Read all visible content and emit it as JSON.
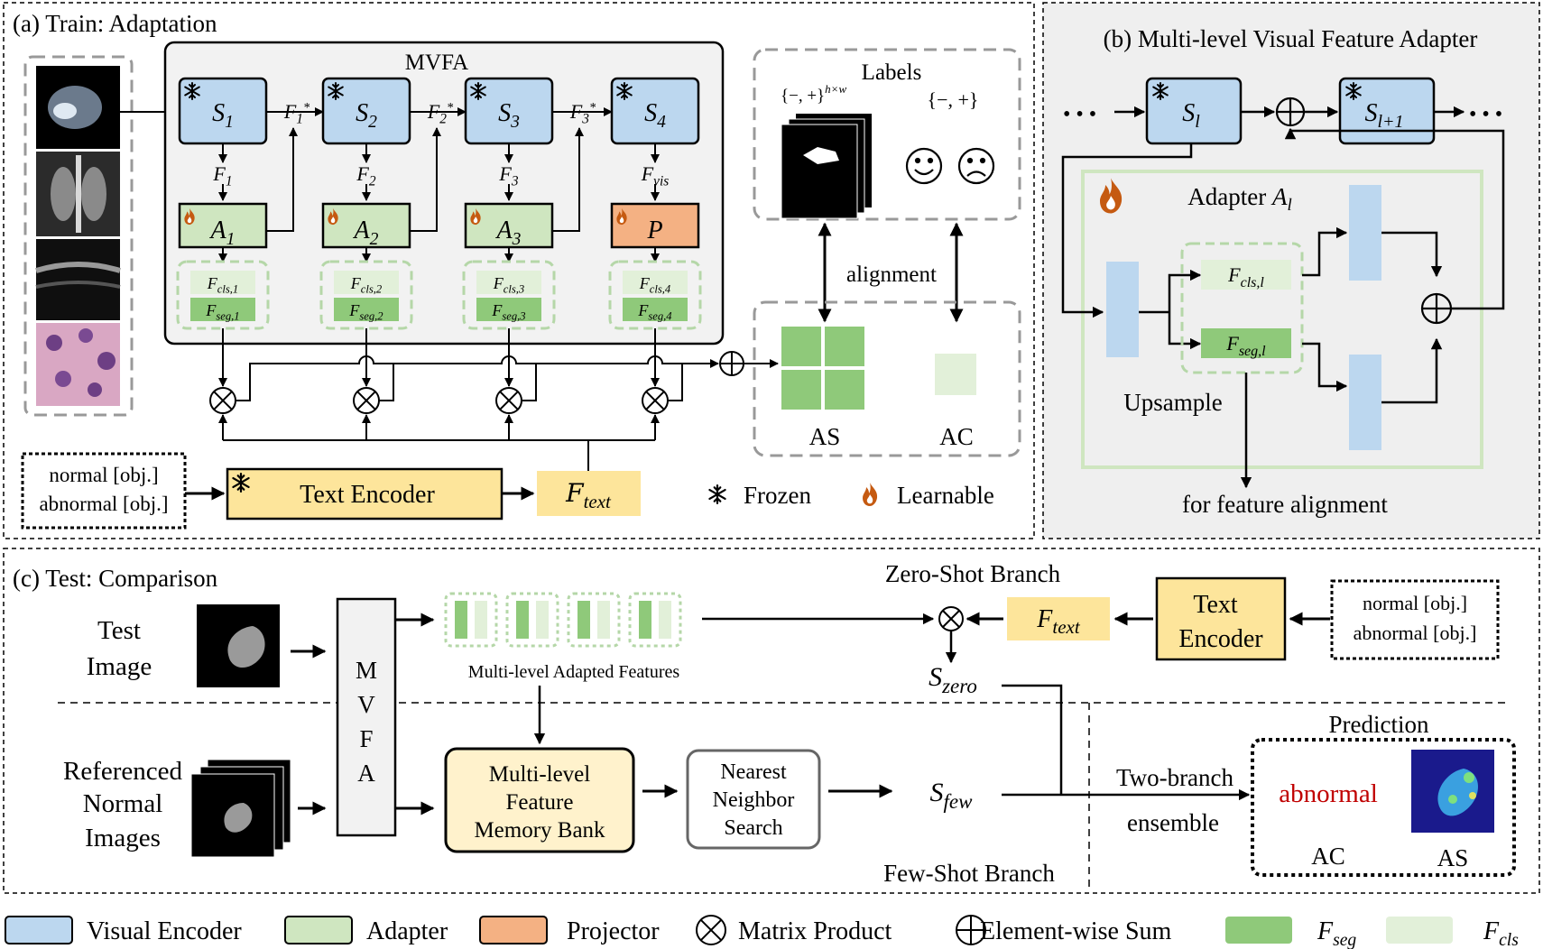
{
  "panels": {
    "a_title": "(a) Train: Adaptation",
    "b_title": "(b) Multi-level Visual Feature Adapter",
    "c_title": "(c) Test: Comparison"
  },
  "train": {
    "mvfa_label": "MVFA",
    "stages": [
      {
        "base": "S",
        "sub": "1"
      },
      {
        "base": "S",
        "sub": "2"
      },
      {
        "base": "S",
        "sub": "3"
      },
      {
        "base": "S",
        "sub": "4"
      }
    ],
    "adapters": [
      {
        "base": "A",
        "sub": "1"
      },
      {
        "base": "A",
        "sub": "2"
      },
      {
        "base": "A",
        "sub": "3"
      },
      {
        "base": "P",
        "sub": ""
      }
    ],
    "inter_features": [
      {
        "base": "F",
        "sub": "1",
        "sup": "*"
      },
      {
        "base": "F",
        "sub": "2",
        "sup": "*"
      },
      {
        "base": "F",
        "sub": "3",
        "sup": "*"
      }
    ],
    "down_features": [
      {
        "base": "F",
        "sub": "1"
      },
      {
        "base": "F",
        "sub": "2"
      },
      {
        "base": "F",
        "sub": "3"
      },
      {
        "base": "F",
        "sub": "vis"
      }
    ],
    "cls_features": [
      {
        "base": "F",
        "sub": "cls,1"
      },
      {
        "base": "F",
        "sub": "cls,2"
      },
      {
        "base": "F",
        "sub": "cls,3"
      },
      {
        "base": "F",
        "sub": "cls,4"
      }
    ],
    "seg_features": [
      {
        "base": "F",
        "sub": "seg,1"
      },
      {
        "base": "F",
        "sub": "seg,2"
      },
      {
        "base": "F",
        "sub": "seg,3"
      },
      {
        "base": "F",
        "sub": "seg,4"
      }
    ],
    "prompt_normal": "normal [obj.]",
    "prompt_abnormal": "abnormal [obj.]",
    "text_encoder": "Text Encoder",
    "text_feature": {
      "base": "F",
      "sub": "text"
    },
    "labels_title": "Labels",
    "label_pixel": "{−, +}",
    "label_pixel_sup": "h×w",
    "label_image": "{−, +}",
    "alignment": "alignment",
    "as_label": "AS",
    "ac_label": "AC",
    "frozen": "Frozen",
    "learnable": "Learnable"
  },
  "adapter_panel": {
    "stage_l": {
      "base": "S",
      "sub": "l"
    },
    "stage_l1": {
      "base": "S",
      "sub": "l+1"
    },
    "ellipsis": "• • •",
    "adapter_title": "Adapter",
    "adapter_sym": {
      "base": "A",
      "sub": "l"
    },
    "cls": {
      "base": "F",
      "sub": "cls,l"
    },
    "seg": {
      "base": "F",
      "sub": "seg,l"
    },
    "upsample": "Upsample",
    "for_alignment": "for feature alignment"
  },
  "test": {
    "zero_shot_branch": "Zero-Shot Branch",
    "few_shot_branch": "Few-Shot Branch",
    "test_image": [
      "Test",
      "Image"
    ],
    "referenced": [
      "Referenced",
      "Normal",
      "Images"
    ],
    "mvfa_letters": [
      "M",
      "V",
      "F",
      "A"
    ],
    "multi_level_features": "Multi-level Adapted Features",
    "memory_bank": [
      "Multi-level",
      "Feature",
      "Memory Bank"
    ],
    "nn_search": [
      "Nearest",
      "Neighbor",
      "Search"
    ],
    "text_feature": {
      "base": "F",
      "sub": "text"
    },
    "text_encoder": [
      "Text",
      "Encoder"
    ],
    "prompt_normal": "normal [obj.]",
    "prompt_abnormal": "abnormal [obj.]",
    "s_zero": {
      "base": "S",
      "sub": "zero"
    },
    "s_few": {
      "base": "S",
      "sub": "few"
    },
    "two_branch": [
      "Two-branch",
      "ensemble"
    ],
    "prediction": "Prediction",
    "prediction_value": "abnormal",
    "pred_ac": "AC",
    "pred_as": "AS"
  },
  "legend": [
    {
      "label": "Visual Encoder",
      "swatch": "#bcd7ef"
    },
    {
      "label": "Adapter",
      "swatch": "#cfe6c0"
    },
    {
      "label": "Projector",
      "swatch": "#f4b183"
    },
    {
      "label": "Matrix Product",
      "swatch": "otimes"
    },
    {
      "label": "Element-wise Sum",
      "swatch": "oplus"
    },
    {
      "label": "F",
      "sub": "seg",
      "swatch": "#8fc97a"
    },
    {
      "label": "F",
      "sub": "cls",
      "swatch": "#e2f0d9"
    }
  ],
  "colors": {
    "visual_encoder": "#bcd7ef",
    "adapter": "#cfe6c0",
    "projector": "#f4b183",
    "seg": "#8fc97a",
    "cls": "#e2f0d9",
    "text_encoder": "#fde59b",
    "memory_bank": "#fff2cc",
    "panel_b_bg": "#efefef",
    "abnormal_text": "#c00000",
    "flame": "#c55a11"
  }
}
